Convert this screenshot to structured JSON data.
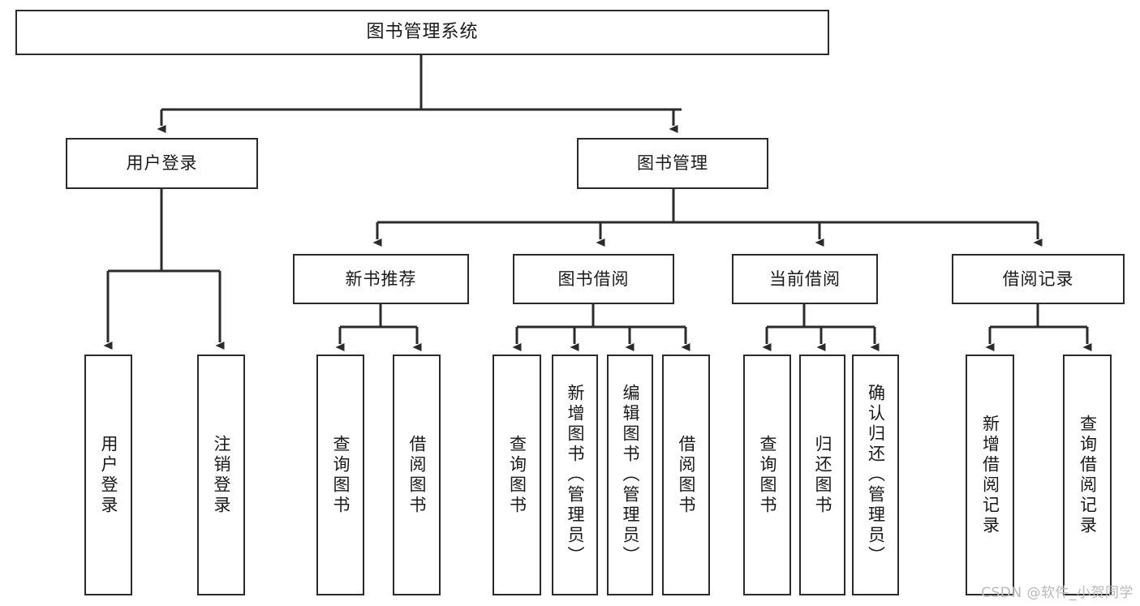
{
  "diagram": {
    "title": "图书管理系统",
    "type": "tree",
    "root": {
      "id": "root",
      "label": "图书管理系统"
    },
    "level1": [
      {
        "id": "user-login",
        "label": "用户登录"
      },
      {
        "id": "book-manage",
        "label": "图书管理"
      }
    ],
    "level2": [
      {
        "id": "new-book-rec",
        "label": "新书推荐",
        "parent": "book-manage"
      },
      {
        "id": "book-borrow",
        "label": "图书借阅",
        "parent": "book-manage"
      },
      {
        "id": "current-borrow",
        "label": "当前借阅",
        "parent": "book-manage"
      },
      {
        "id": "borrow-record",
        "label": "借阅记录",
        "parent": "book-manage"
      }
    ],
    "leaves": [
      {
        "id": "leaf-user-login",
        "label": "用户登录",
        "parent": "user-login"
      },
      {
        "id": "leaf-logout",
        "label": "注销登录",
        "parent": "user-login"
      },
      {
        "id": "leaf-query-book-1",
        "label": "查询图书",
        "parent": "new-book-rec"
      },
      {
        "id": "leaf-borrow-book-1",
        "label": "借阅图书",
        "parent": "new-book-rec"
      },
      {
        "id": "leaf-query-book-2",
        "label": "查询图书",
        "parent": "book-borrow"
      },
      {
        "id": "leaf-add-book",
        "label": "新增图书（管理员）",
        "parent": "book-borrow"
      },
      {
        "id": "leaf-edit-book",
        "label": "编辑图书（管理员）",
        "parent": "book-borrow"
      },
      {
        "id": "leaf-borrow-book-2",
        "label": "借阅图书",
        "parent": "book-borrow"
      },
      {
        "id": "leaf-query-book-3",
        "label": "查询图书",
        "parent": "current-borrow"
      },
      {
        "id": "leaf-return-book",
        "label": "归还图书",
        "parent": "current-borrow"
      },
      {
        "id": "leaf-confirm-return",
        "label": "确认归还（管理员）",
        "parent": "current-borrow"
      },
      {
        "id": "leaf-add-record",
        "label": "新增借阅记录",
        "parent": "borrow-record"
      },
      {
        "id": "leaf-query-record",
        "label": "查询借阅记录",
        "parent": "borrow-record"
      }
    ],
    "colors": {
      "stroke": "#2b2b2b",
      "fill": "#ffffff",
      "text": "#1a1a1a",
      "watermark": "#b9b9b9"
    }
  },
  "watermark": {
    "text": "CSDN @软件_小贺同学"
  }
}
